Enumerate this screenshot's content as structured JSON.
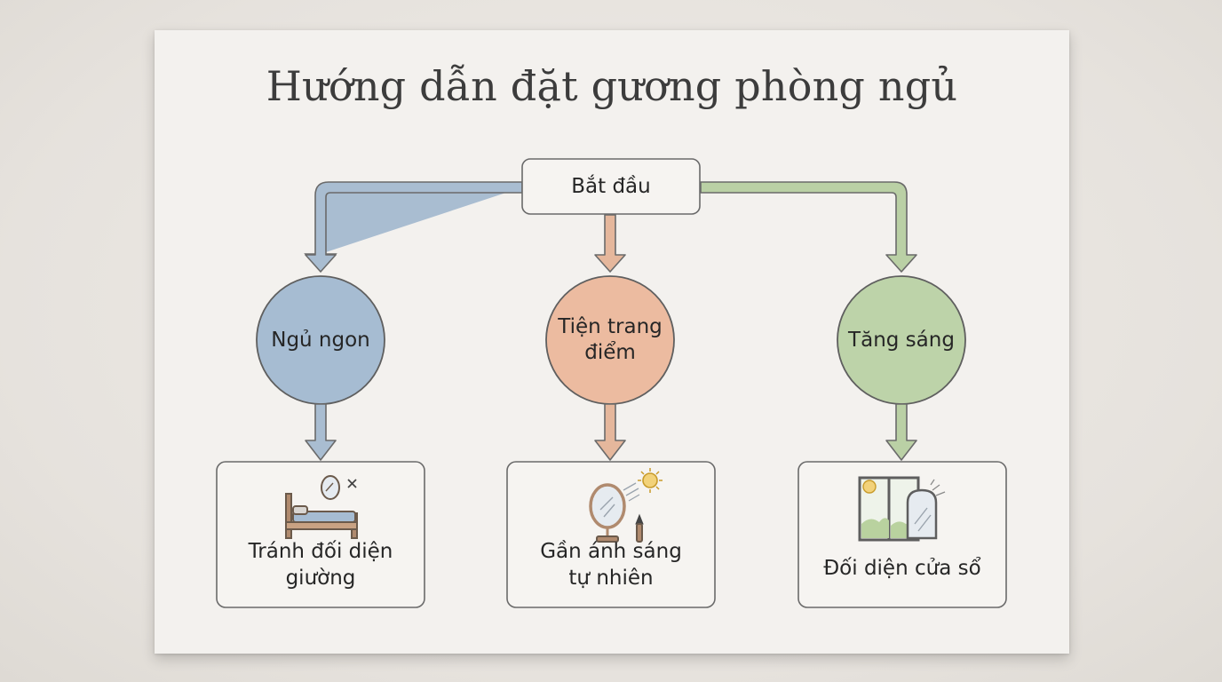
{
  "title": "Hướng dẫn đặt gương phòng ngủ",
  "start": {
    "label": "Bắt đầu"
  },
  "goals": [
    {
      "label": "Ngủ ngon",
      "color": "#a6bcd2",
      "arrow_color": "#a9bdd1",
      "icon": "bed-mirror-icon"
    },
    {
      "label": "Tiện trang điểm",
      "color": "#ecbba0",
      "arrow_color": "#e5b79c",
      "icon": "vanity-mirror-sun-icon"
    },
    {
      "label": "Tăng sáng",
      "color": "#bdd3a9",
      "arrow_color": "#bad0a5",
      "icon": "window-mirror-icon"
    }
  ],
  "tips": [
    {
      "label": "Tránh đối diện giường"
    },
    {
      "label": "Gần ánh sáng tự nhiên"
    },
    {
      "label": "Đối diện cửa sổ"
    }
  ]
}
